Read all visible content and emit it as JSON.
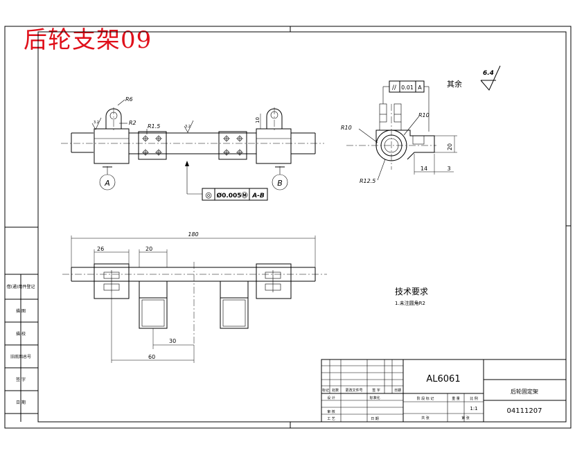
{
  "watermark_title": "后轮支架09",
  "top_view": {
    "radius_labels": [
      "R6",
      "R2",
      "R1.5"
    ],
    "roughness_labels": [
      "3.2",
      "3.2"
    ],
    "height_dim": "10",
    "datum_a": "A",
    "datum_b": "B",
    "tolerance_frame": {
      "symbol": "◎",
      "value": "Ø0.005Ⓜ",
      "datum": "A-B"
    }
  },
  "side_view": {
    "parallelism": {
      "symbol": "//",
      "value": "0.01",
      "datum": "A"
    },
    "radius_labels": [
      "R10",
      "R10",
      "R12.5"
    ],
    "dims": {
      "height": "20",
      "width": "14",
      "offset": "3"
    },
    "rest_label": "其余",
    "rest_roughness": "6.4"
  },
  "plan_view": {
    "dims": {
      "total": "180",
      "pad_a": "26",
      "pad_b": "20",
      "offset_30": "30",
      "offset_60": "60"
    }
  },
  "tech_requirements": {
    "heading": "技术要求",
    "note": "1.未注圆角R2"
  },
  "left_strip": [
    "借(通)用件登记",
    "描 图",
    "描 校",
    "旧底图总号",
    "签 字",
    "日 期"
  ],
  "title_block": {
    "material": "AL6061",
    "part_name": "后轮固定架",
    "drawing_no": "04111207",
    "scale": "1:1",
    "header_cells": [
      "标记",
      "处数",
      "更改文件号",
      "签 字",
      "日期"
    ],
    "role_cells": [
      "设 计",
      "标准化",
      "审 核",
      "工 艺",
      "日 期"
    ],
    "stage_cells": [
      "阶 段 标 记",
      "重 量",
      "比 例"
    ],
    "sheet_cells": [
      "共 张",
      "第 张"
    ]
  }
}
